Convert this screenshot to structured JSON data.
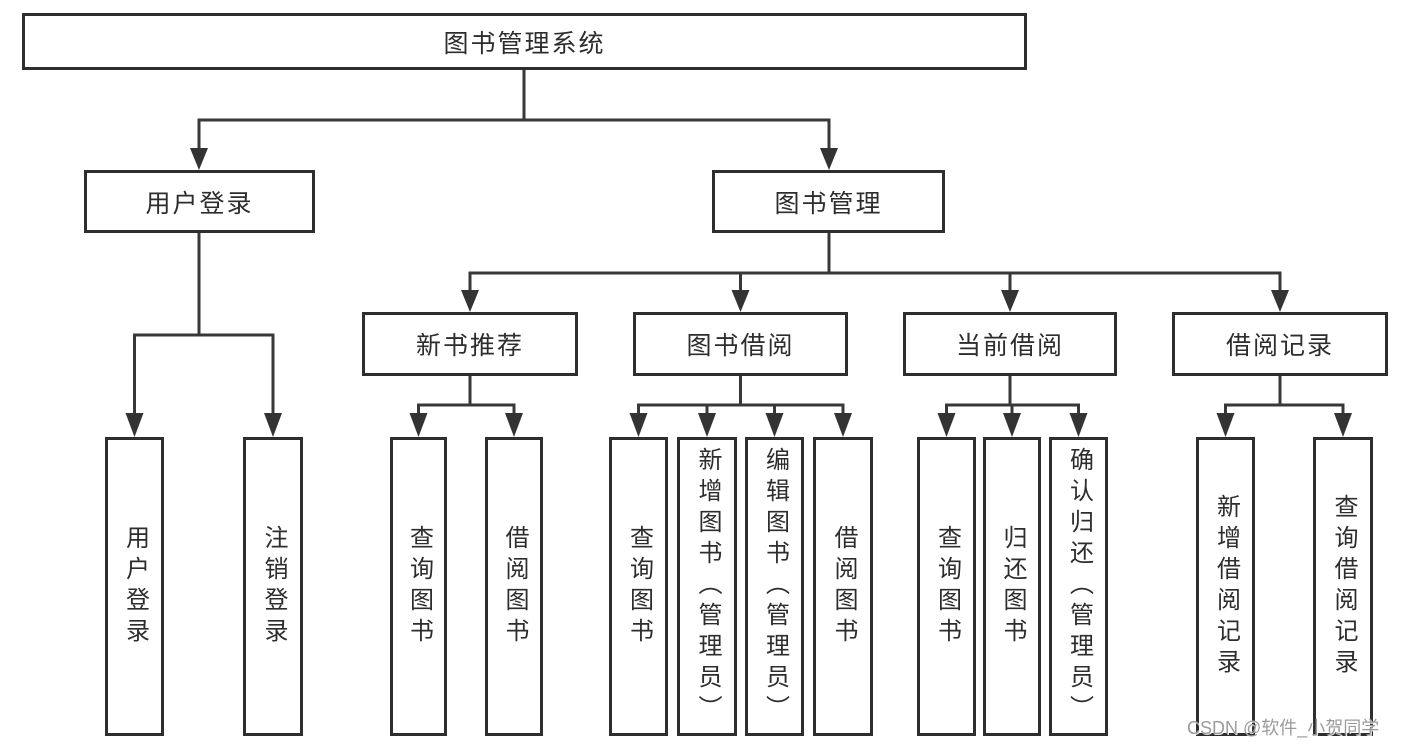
{
  "tree": {
    "label": "图书管理系统",
    "children": [
      {
        "label": "用户登录",
        "children": [
          {
            "label": "用户登录"
          },
          {
            "label": "注销登录"
          }
        ]
      },
      {
        "label": "图书管理",
        "children": [
          {
            "label": "新书推荐",
            "children": [
              {
                "label": "查询图书"
              },
              {
                "label": "借阅图书"
              }
            ]
          },
          {
            "label": "图书借阅",
            "children": [
              {
                "label": "查询图书"
              },
              {
                "label": "新增图书（管理员）"
              },
              {
                "label": "编辑图书（管理员）"
              },
              {
                "label": "借阅图书"
              }
            ]
          },
          {
            "label": "当前借阅",
            "children": [
              {
                "label": "查询图书"
              },
              {
                "label": "归还图书"
              },
              {
                "label": "确认归还（管理员）"
              }
            ]
          },
          {
            "label": "借阅记录",
            "children": [
              {
                "label": "新增借阅记录"
              },
              {
                "label": "查询借阅记录"
              }
            ]
          }
        ]
      }
    ]
  },
  "watermark": {
    "text": "CSDN @软件_小贺同学"
  },
  "colors": {
    "background": "#ffffff",
    "line": "#383838",
    "box_border": "#2e2e2e",
    "text": "#2d2d2d",
    "watermark": "#9b9b9b"
  }
}
